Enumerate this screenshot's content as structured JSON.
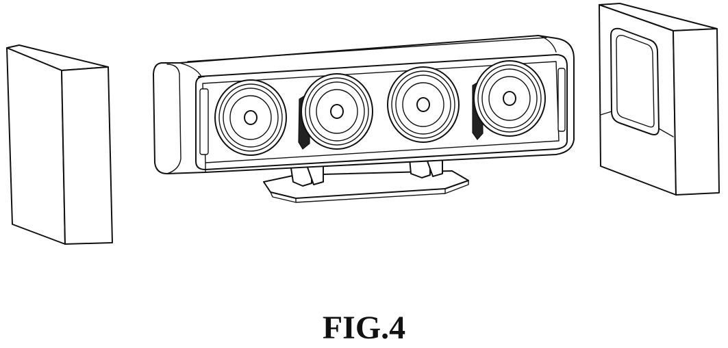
{
  "caption": "FIG.4",
  "stroke_color": "#111111",
  "background": "#ffffff",
  "parts": [
    {
      "name": "left-foam-block"
    },
    {
      "name": "speaker-cabinet",
      "drivers": 4
    },
    {
      "name": "speaker-stand"
    },
    {
      "name": "right-foam-frame"
    }
  ]
}
